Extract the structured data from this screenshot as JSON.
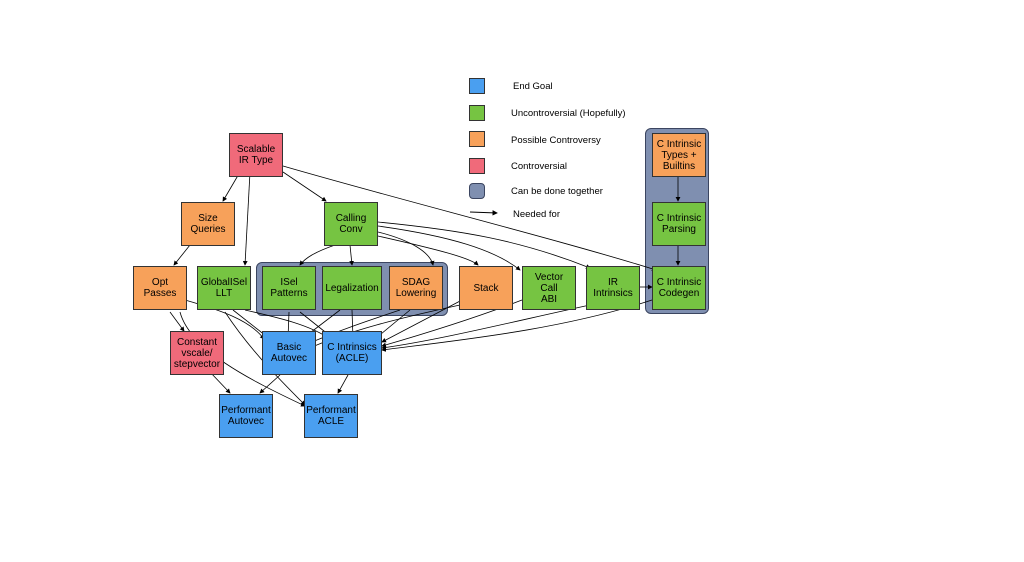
{
  "legend": {
    "end_goal": {
      "label": "End Goal",
      "color": "#4a9ff0"
    },
    "uncontroversial": {
      "label": "Uncontroversial (Hopefully)",
      "color": "#76c442"
    },
    "possible_controversy": {
      "label": "Possible Controversy",
      "color": "#f7a15a"
    },
    "controversial": {
      "label": "Controversial",
      "color": "#f06a7a"
    },
    "together": {
      "label": "Can be done together",
      "color": "#7f8fb0"
    },
    "needed_for": {
      "label": "Needed for"
    }
  },
  "nodes": {
    "scalable_ir_type": "Scalable\nIR Type",
    "size_queries": "Size\nQueries",
    "calling_conv": "Calling\nConv",
    "opt_passes": "Opt\nPasses",
    "globalisel_llt": "GlobalISel\nLLT",
    "isel_patterns": "ISel\nPatterns",
    "legalization": "Legalization",
    "sdag_lowering": "SDAG\nLowering",
    "stack": "Stack",
    "vector_call_abi": "Vector Call\nABI",
    "ir_intrinsics": "IR\nIntrinsics",
    "c_intrinsic_types": "C Intrinsic\nTypes +\nBuiltins",
    "c_intrinsic_parsing": "C Intrinsic\nParsing",
    "c_intrinsic_codegen": "C Intrinsic\nCodegen",
    "constant_vscale": "Constant\nvscale/\nstepvector",
    "basic_autovec": "Basic\nAutovec",
    "c_intrinsics_acle": "C Intrinsics\n(ACLE)",
    "performant_autovec": "Performant\nAutovec",
    "performant_acle": "Performant\nACLE"
  }
}
